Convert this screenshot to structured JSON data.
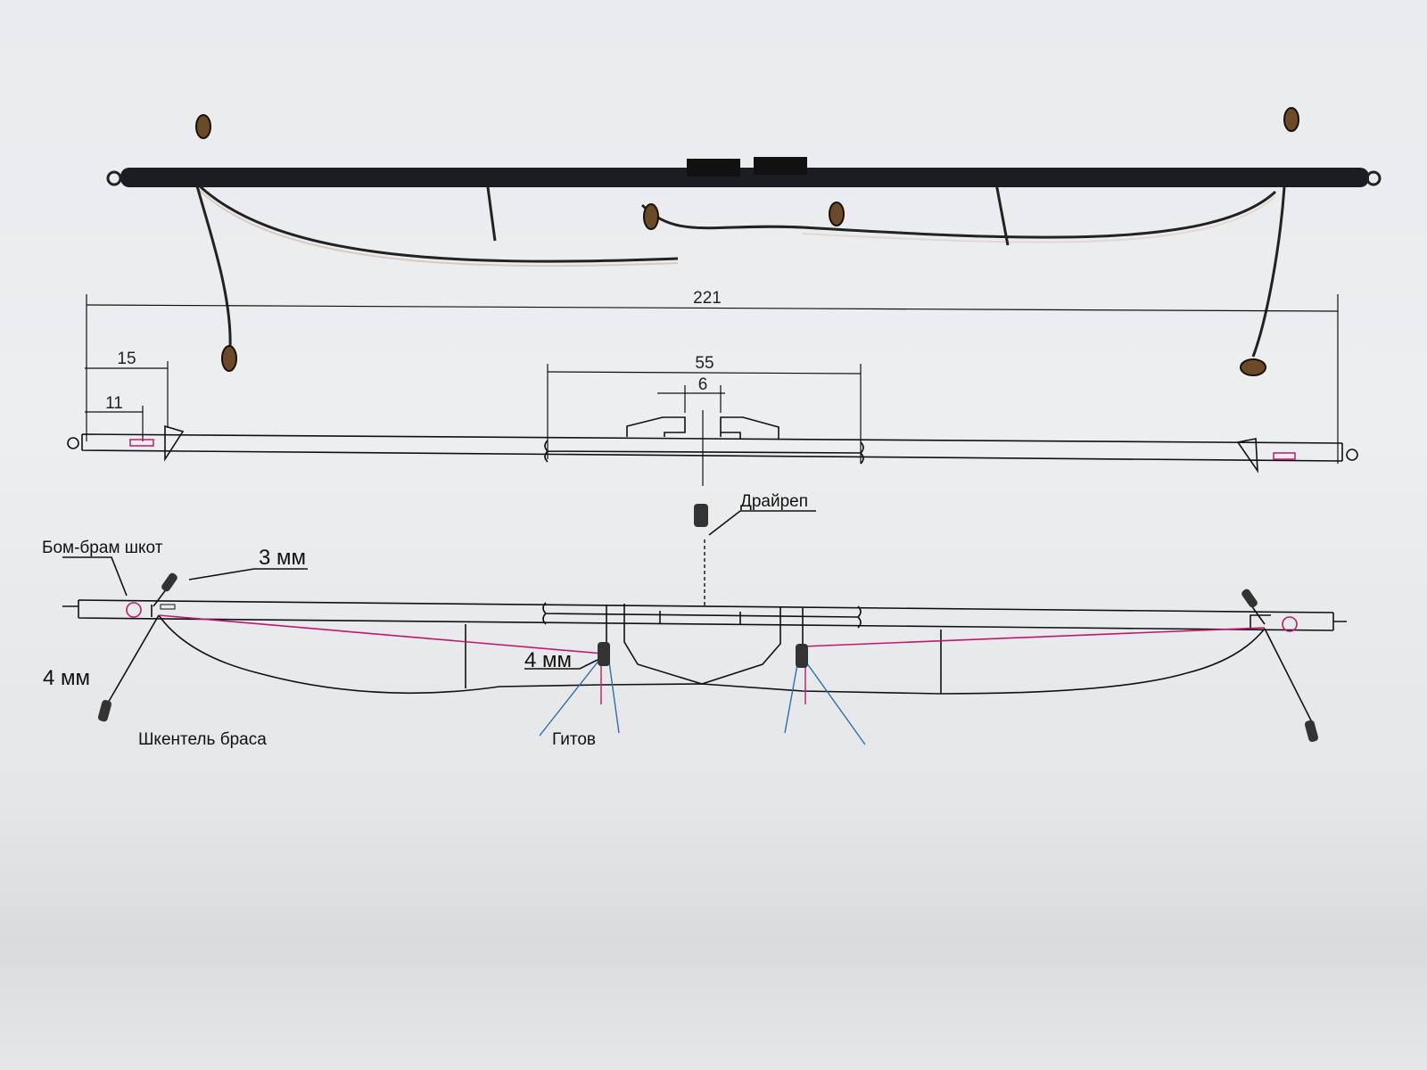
{
  "dimensions": {
    "overall_length": "221",
    "center_cleat_span": "55",
    "center_gap": "6",
    "outer_end": "15",
    "inner_end": "11"
  },
  "labels": {
    "drayrep": "Драйреп",
    "bom_bram_shkot": "Бом-брам шкот",
    "block_3mm": "3 мм",
    "block_4mm_left": "4 мм",
    "block_4mm_center": "4 мм",
    "shkentel_brasa": "Шкентель браса",
    "gitov": "Гитов"
  },
  "colors": {
    "yard": "#1c1d22",
    "sheet_line": "#c2186b",
    "gitov_line": "#2f6fa8",
    "block": "#6b4a2a"
  }
}
